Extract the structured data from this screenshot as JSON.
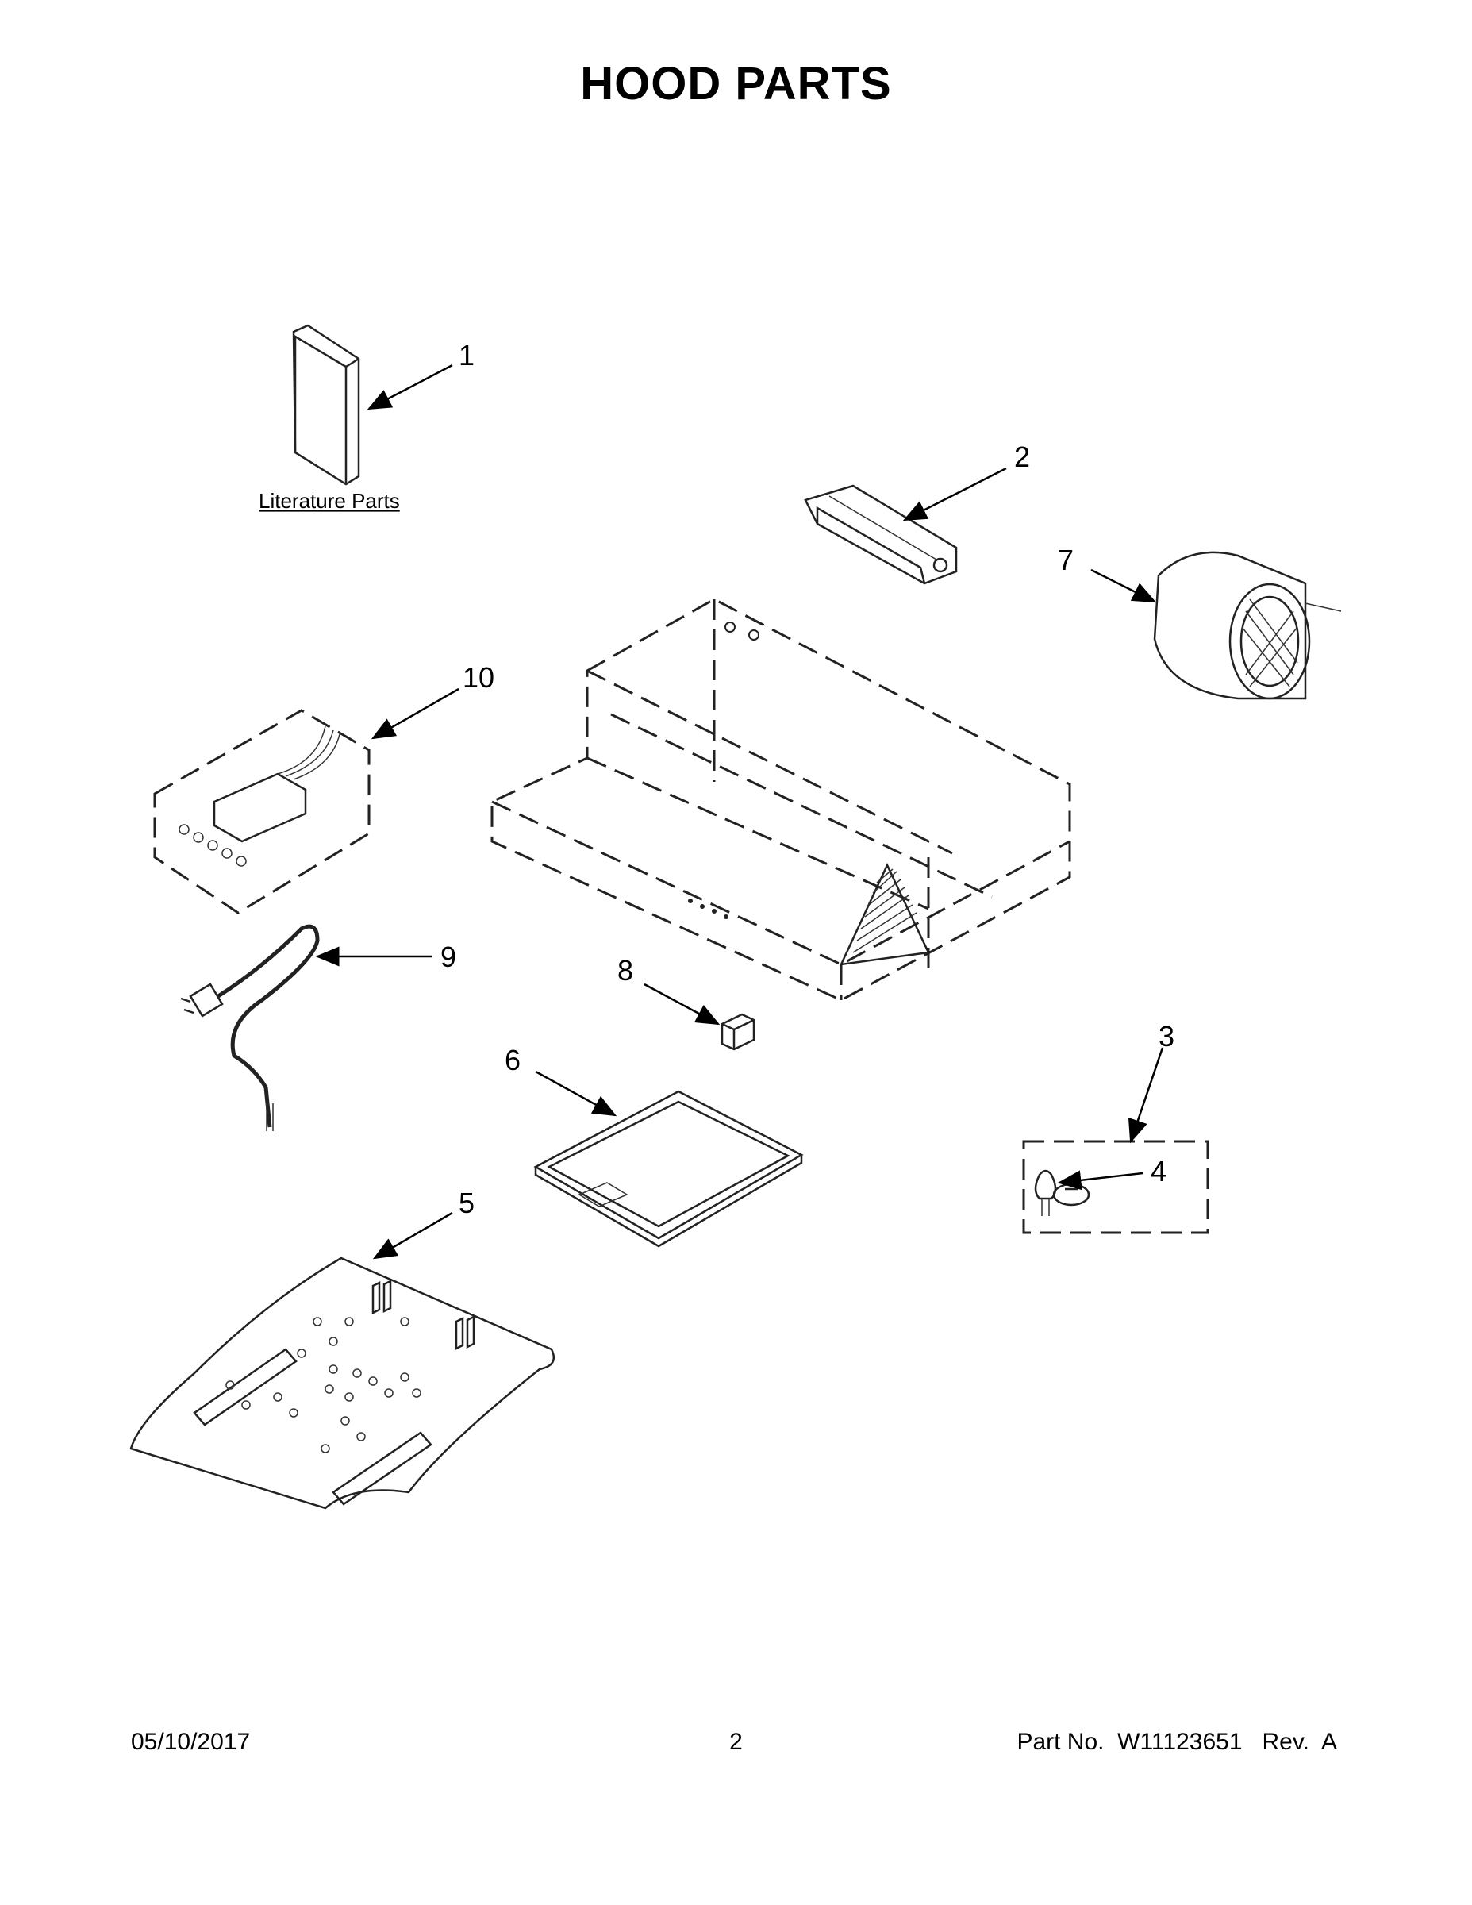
{
  "page": {
    "title": "HOOD PARTS",
    "footer": {
      "date": "05/10/2017",
      "page_number": "2",
      "part_no": "Part No.  W11123651   Rev.  A"
    }
  },
  "diagram": {
    "literature_label": "Literature Parts",
    "callouts": [
      "1",
      "2",
      "3",
      "4",
      "5",
      "6",
      "7",
      "8",
      "9",
      "10"
    ]
  }
}
